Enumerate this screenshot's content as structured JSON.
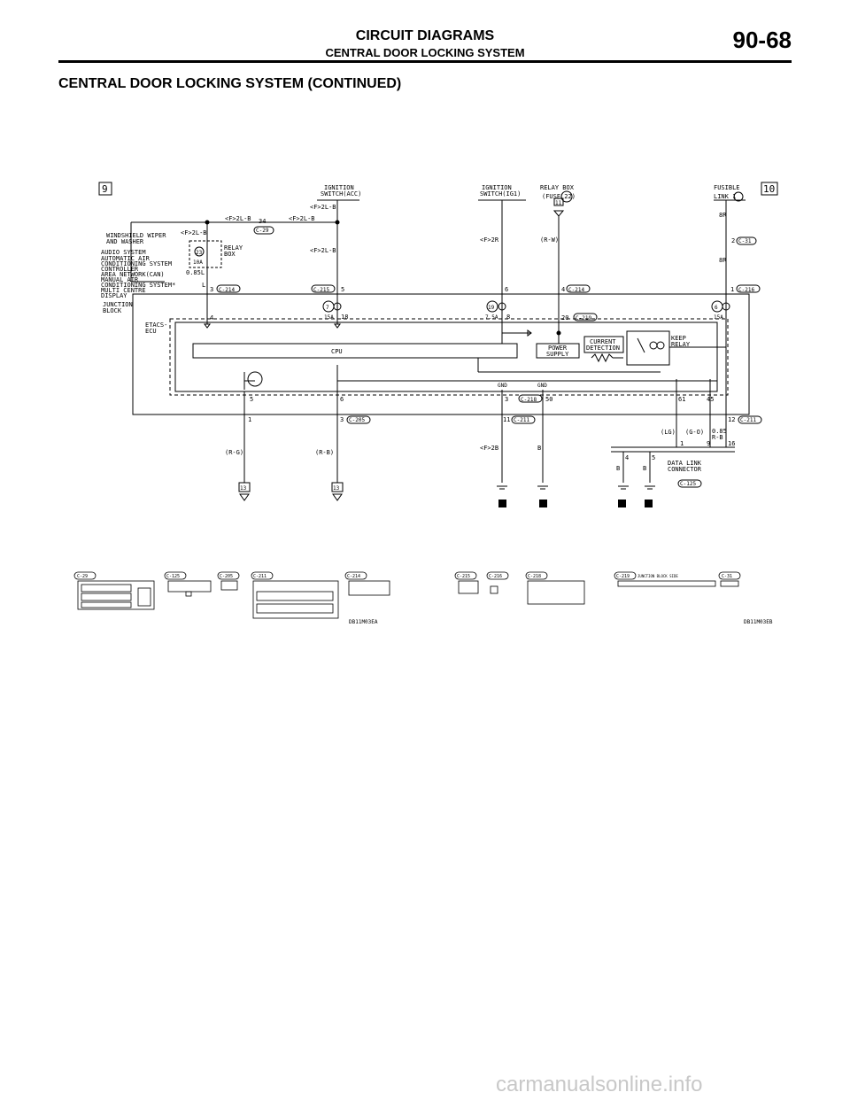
{
  "header": {
    "title": "CIRCUIT DIAGRAMS",
    "subtitle": "CENTRAL DOOR LOCKING SYSTEM",
    "page": "90-68"
  },
  "section_title": "CENTRAL DOOR LOCKING SYSTEM (CONTINUED)",
  "diagram": {
    "sheet_left": "9",
    "sheet_right": "10",
    "ign_acc": [
      "IGNITION",
      "SWITCH(ACC)"
    ],
    "ign_ig1": [
      "IGNITION",
      "SWITCH(IG1)"
    ],
    "relay_box_top": [
      "RELAY BOX",
      "(FUSE 22)"
    ],
    "relay_box_pin": "11",
    "fusible_link": [
      "FUSIBLE",
      "LINK 1"
    ],
    "wire_f2lb": "<F>2L-B",
    "wire_f2r": "<F>2R",
    "wire_rw": "(R-W)",
    "wire_8r": "8R",
    "wire_f2b": "<F>2B",
    "wire_b": "B",
    "wire_rg": "(R-G)",
    "wire_rb": "(R-B)",
    "wire_lg": "(LG)",
    "wire_go": "(G-O)",
    "wire_085rb": [
      "0.85",
      "R-B"
    ],
    "wire_085l": "0.85L",
    "wire_l": "L",
    "loads": [
      "WINDSHIELD WIPER",
      "AND WASHER",
      "AUDIO SYSTEM",
      "AUTOMATIC AIR",
      "CONDITIONING SYSTEM",
      "CONTROLLER",
      "AREA NETWORK(CAN)",
      "MANUAL AIR",
      "CONDITIONING SYSTEM*",
      "MULTI CENTRE",
      "DISPLAY"
    ],
    "relay_box": [
      "RELAY",
      "BOX"
    ],
    "fuse23": "23",
    "fuse23_amp": "10A",
    "junction_block": [
      "JUNCTION",
      "BLOCK"
    ],
    "etacs": [
      "ETACS-",
      "ECU"
    ],
    "cpu": "CPU",
    "power_supply": [
      "POWER",
      "SUPPLY"
    ],
    "current_detection": [
      "CURRENT",
      "DETECTION"
    ],
    "keep_relay": [
      "KEEP",
      "RELAY"
    ],
    "fuse7": "7",
    "fuse7_amp": "15A",
    "fuse19": "19",
    "fuse19_amp": "7.5A",
    "fuse6": "6",
    "fuse6_amp": "15A",
    "gnd": "GND",
    "data_link": [
      "DATA LINK",
      "CONNECTOR"
    ],
    "conn": {
      "c29": "C-29",
      "c214": "C-214",
      "c215": "C-215",
      "c216": "C-216",
      "c219": "C-219",
      "c218": "C-218",
      "c211": "C-211",
      "c205": "C-205",
      "c31": "C-31",
      "c125": "C-125"
    },
    "pins": {
      "p34": "34",
      "p3": "3",
      "p4": "4",
      "p5": "5",
      "p6": "6",
      "p18": "18",
      "p8": "8",
      "p20": "20",
      "p1": "1",
      "p2": "2",
      "p3b": "3",
      "p11": "11",
      "p50": "50",
      "p61": "61",
      "p45": "45",
      "p12": "12",
      "p16": "16",
      "p9": "9",
      "p1b": "1",
      "p4b": "4",
      "p5b": "5",
      "p5c": "5",
      "p6b": "6",
      "p3c": "3",
      "p1c": "1"
    },
    "ground_refs": [
      "5",
      "6",
      "5",
      "5"
    ],
    "ref13a": "13",
    "ref13b": "13",
    "code_left": "DB11M03EA",
    "code_right": "DB11M03EB",
    "junction_block_side": "JUNCTION BLOCK SIDE"
  },
  "watermark": "carmanualsonline.info"
}
